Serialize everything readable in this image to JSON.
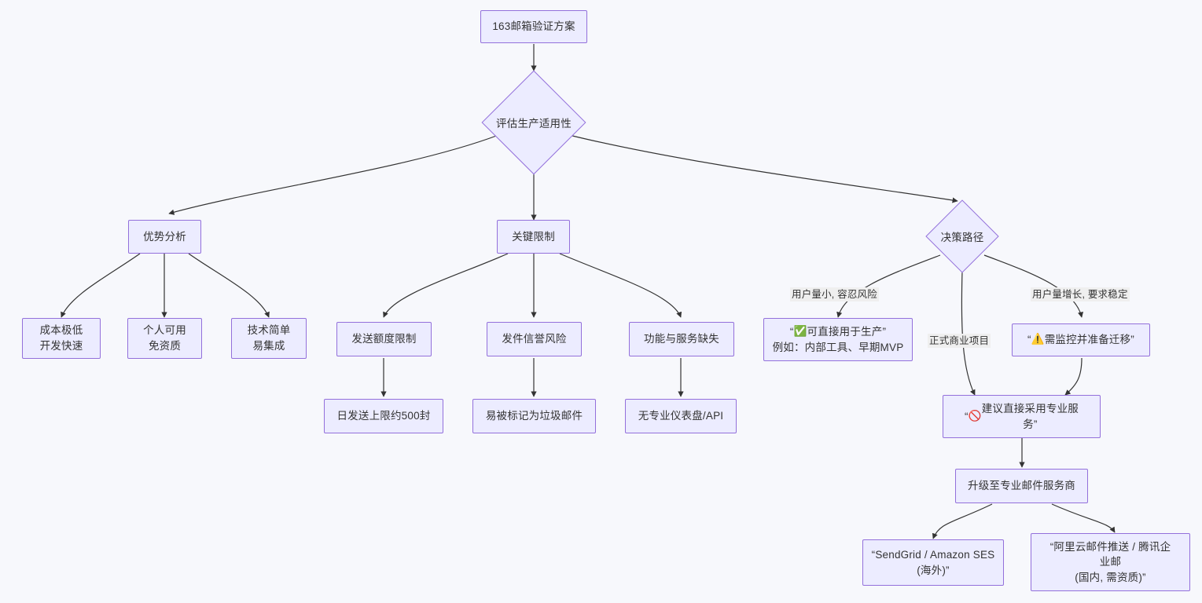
{
  "diagram": {
    "type": "flowchart",
    "direction": "top-down",
    "title": "163邮箱验证方案",
    "theme": {
      "background": "#f7f8fc",
      "node_fill": "#ececff",
      "node_stroke": "#9370db",
      "edge_stroke": "#333333",
      "text_color": "#333333",
      "edge_label_bg": "#efefef"
    }
  },
  "nodes": {
    "root": {
      "label": "163邮箱验证方案",
      "shape": "rect"
    },
    "assess": {
      "label": "评估生产适用性",
      "shape": "diamond"
    },
    "advantages": {
      "label": "优势分析",
      "shape": "rect"
    },
    "limits": {
      "label": "关键限制",
      "shape": "rect"
    },
    "decision": {
      "label": "决策路径",
      "shape": "diamond"
    },
    "adv1": {
      "label": "成本极低\n开发快速",
      "shape": "rect"
    },
    "adv2": {
      "label": "个人可用\n免资质",
      "shape": "rect"
    },
    "adv3": {
      "label": "技术简单\n易集成",
      "shape": "rect"
    },
    "lim1": {
      "label": "发送额度限制",
      "shape": "rect"
    },
    "lim2": {
      "label": "发件信誉风险",
      "shape": "rect"
    },
    "lim3": {
      "label": "功能与服务缺失",
      "shape": "rect"
    },
    "lim1d": {
      "label": "日发送上限约500封",
      "shape": "rect"
    },
    "lim2d": {
      "label": "易被标记为垃圾邮件",
      "shape": "rect"
    },
    "lim3d": {
      "label": "无专业仪表盘/API",
      "shape": "rect"
    },
    "ok": {
      "label_line1_pre": "“",
      "emoji": "✅",
      "label_line1_post": " 可直接用于生产”",
      "label_line2": "例如：内部工具、早期MVP",
      "shape": "rect"
    },
    "warn": {
      "label_pre": "“",
      "emoji": "⚠️",
      "label_post": " 需监控并准备迁移”",
      "shape": "rect"
    },
    "stop": {
      "label_pre": "“",
      "emoji": "🚫",
      "label_post": " 建议直接采用专业服\n务”",
      "shape": "rect"
    },
    "upgrade": {
      "label": "升级至专业邮件服务商",
      "shape": "rect"
    },
    "intl": {
      "label": "“SendGrid / Amazon SES\n(海外)”",
      "shape": "rect"
    },
    "domestic": {
      "label": "“阿里云邮件推送 / 腾讯企\n业邮\n(国内, 需资质)”",
      "shape": "rect"
    }
  },
  "edge_labels": {
    "small_user": "用户量小, 容忍风险",
    "growing_user": "用户量增长, 要求稳定",
    "commercial": "正式商业项目"
  }
}
